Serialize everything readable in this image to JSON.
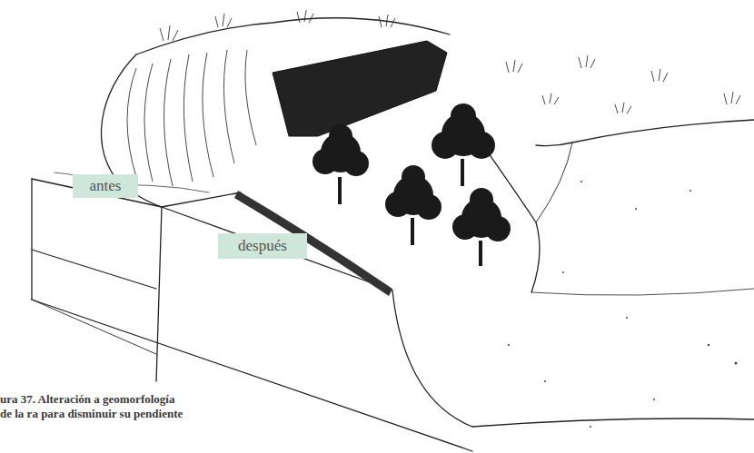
{
  "diagram": {
    "caption": "ura 37. Alteración a geomorfología de la ra para disminuir su pendiente",
    "nodes": [
      {
        "text": [
          "antes"
        ]
      },
      {
        "text": [
          "después"
        ]
      }
    ]
  }
}
